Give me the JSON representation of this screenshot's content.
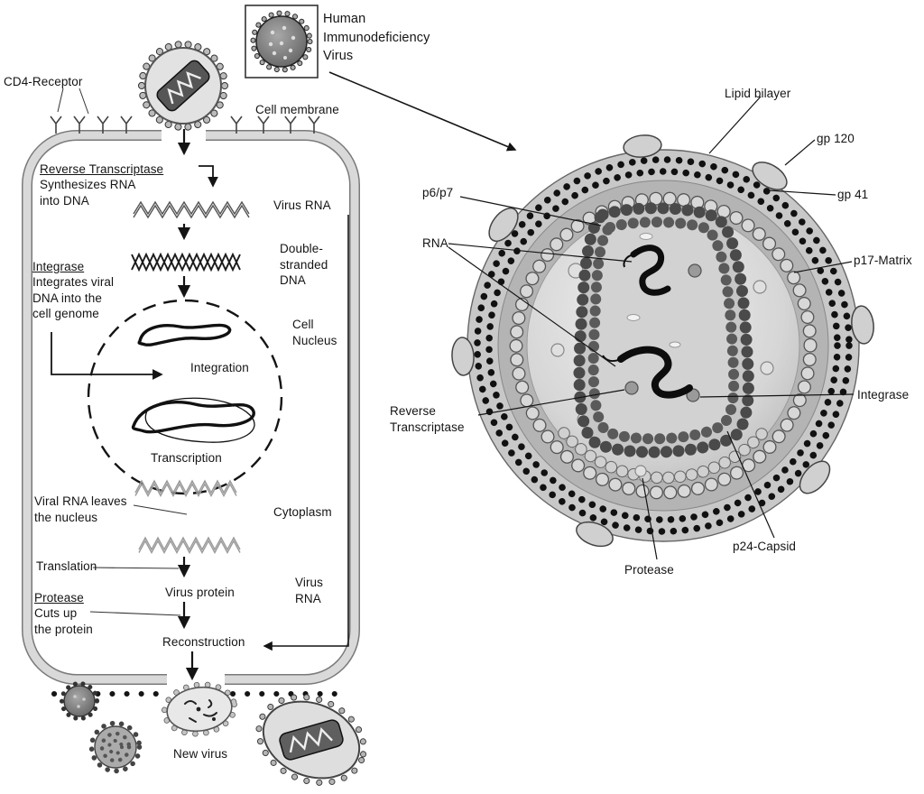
{
  "header": {
    "box_label": "Human\nImmunodeficiency\nVirus"
  },
  "cell": {
    "cd4_receptor": "CD4-Receptor",
    "cell_membrane": "Cell membrane",
    "rt_title": "Reverse Transcriptase",
    "rt_desc": "Synthesizes RNA\ninto DNA",
    "virus_rna": "Virus RNA",
    "ds_dna": "Double-\nstranded\nDNA",
    "integrase_title": "Integrase",
    "integrase_desc": "Integrates viral\nDNA into the\ncell genome",
    "nucleus": "Cell\nNucleus",
    "integration": "Integration",
    "transcription": "Transcription",
    "rna_leaves": "Viral RNA leaves\nthe nucleus",
    "cytoplasm": "Cytoplasm",
    "translation": "Translation",
    "protease_title": "Protease",
    "protease_desc": "Cuts up\nthe protein",
    "virus_protein": "Virus protein",
    "virus_rna2": "Virus\nRNA",
    "reconstruction": "Reconstruction",
    "new_virus": "New virus"
  },
  "virion": {
    "lipid_bilayer": "Lipid bilayer",
    "gp120": "gp 120",
    "gp41": "gp 41",
    "p6p7": "p6/p7",
    "rna": "RNA",
    "p17_matrix": "p17-Matrix",
    "reverse_transcriptase": "Reverse\nTranscriptase",
    "integrase": "Integrase",
    "p24_capsid": "p24-Capsid",
    "protease": "Protease"
  },
  "colors": {
    "ink": "#141414",
    "membrane_light": "#d9d9d9",
    "membrane_edge": "#7a7a7a",
    "virion_outer": "#c8c8c8",
    "virion_mid": "#b4b4b4",
    "capsid_bead": "#4a4a4a",
    "matrix_bead": "#d8d8d8"
  }
}
